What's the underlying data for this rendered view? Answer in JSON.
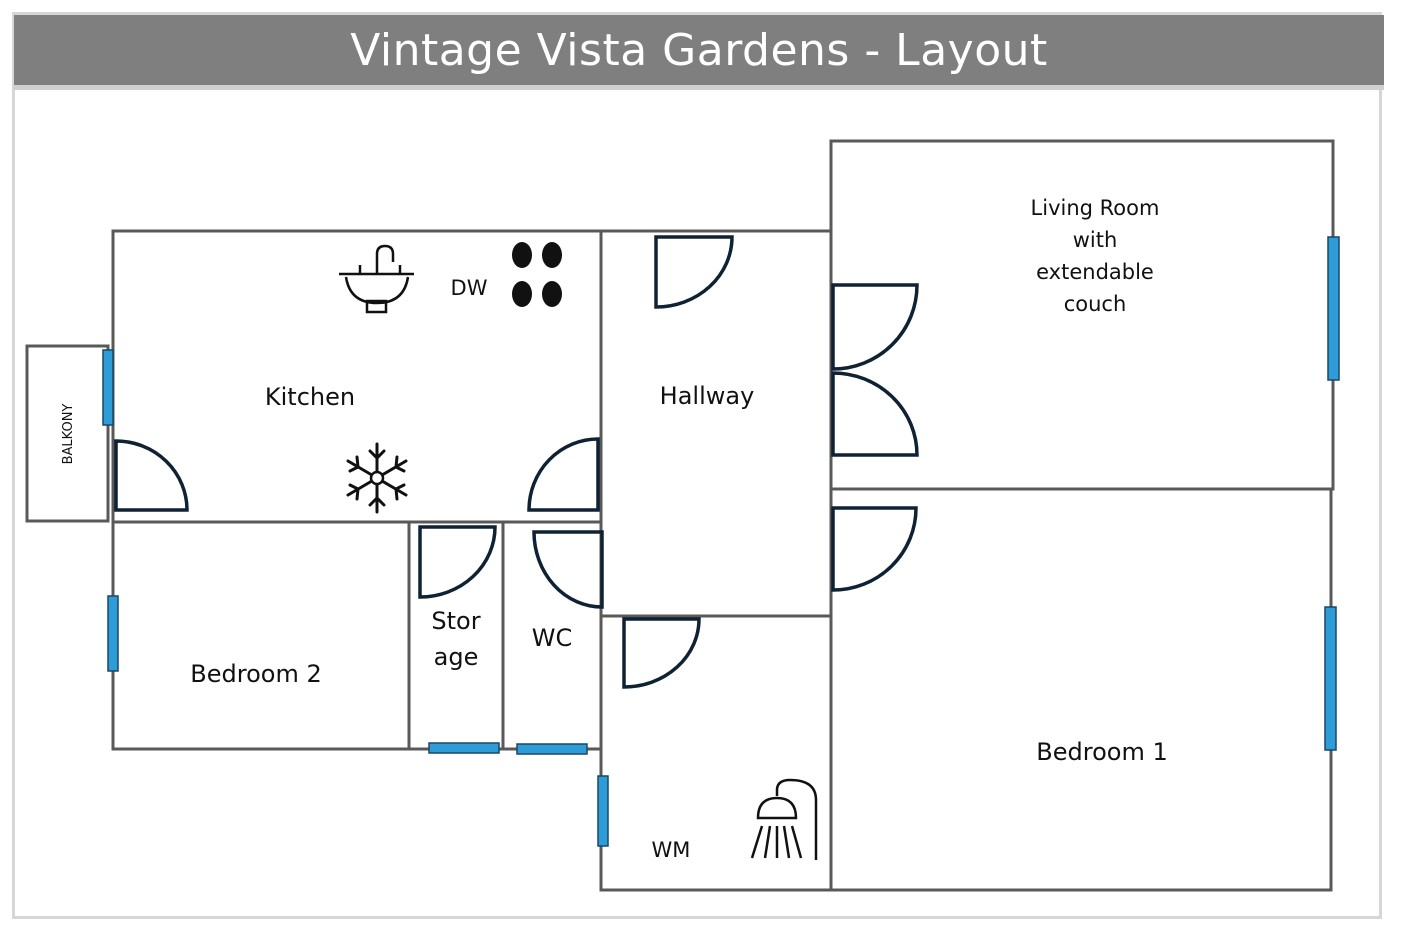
{
  "title": "Vintage Vista Gardens - Layout",
  "rooms": {
    "kitchen": "Kitchen",
    "hallway": "Hallway",
    "living_room": [
      "Living Room",
      "with",
      "extendable",
      "couch"
    ],
    "bedroom_1": "Bedroom 1",
    "bedroom_2": "Bedroom 2",
    "storage": [
      "Stor",
      "age"
    ],
    "wc": "WC",
    "balcony": "BALKONY"
  },
  "fixtures": {
    "dishwasher": "DW",
    "washing_machine": "WM",
    "sink_icon": "sink-icon",
    "stove_icon": "stove-icon",
    "fridge_icon": "snowflake-icon",
    "shower_icon": "shower-icon"
  },
  "colors": {
    "title_bar": "#7f7f7f",
    "title_text": "#ffffff",
    "walls": "#595959",
    "doors": "#0f2233",
    "windows": "#2e9cd6"
  }
}
